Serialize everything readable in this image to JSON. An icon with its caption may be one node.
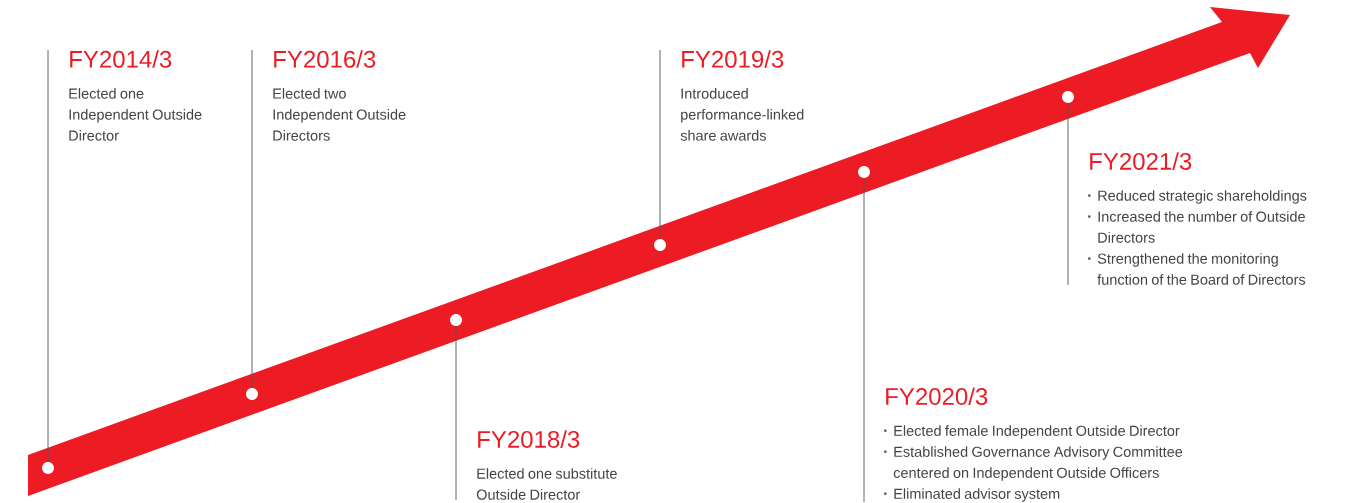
{
  "diagram": {
    "nodes": [
      {
        "text": [
          "FY2014/3",
          "Elected one Independent Outside Director"
        ]
      },
      {
        "text": [
          "FY2016/3",
          "Elected two Independent Outside Directors"
        ]
      },
      {
        "text": [
          "FY2018/3",
          "Elected one substitute Outside Director"
        ]
      },
      {
        "text": [
          "FY2019/3",
          "Introduced performance-linked share awards"
        ]
      },
      {
        "text": [
          "FY2020/3",
          "Elected female Independent Outside Director",
          "Established Governance Advisory Committee centered on Independent Outside Officers",
          "Eliminated advisor system"
        ]
      },
      {
        "text": [
          "FY2021/3",
          "Reduced strategic shareholdings",
          "Increased the number of Outside Directors",
          "Strengthened the monitoring function of the Board of Directors"
        ]
      },
      {
        "text": [],
        "shape": "circle"
      },
      {
        "text": [],
        "shape": "circle"
      },
      {
        "text": [],
        "shape": "circle"
      },
      {
        "text": [],
        "shape": "circle"
      },
      {
        "text": [],
        "shape": "circle"
      },
      {
        "text": [],
        "shape": "circle"
      }
    ],
    "edges": [
      {
        "from": 6,
        "to": 0,
        "arrow": "none"
      },
      {
        "from": 7,
        "to": 1,
        "arrow": "none"
      },
      {
        "from": 8,
        "to": 2,
        "arrow": "none"
      },
      {
        "from": 9,
        "to": 3,
        "arrow": "none"
      },
      {
        "from": 10,
        "to": 4,
        "arrow": "none"
      },
      {
        "from": 11,
        "to": 5,
        "arrow": "none"
      }
    ]
  }
}
